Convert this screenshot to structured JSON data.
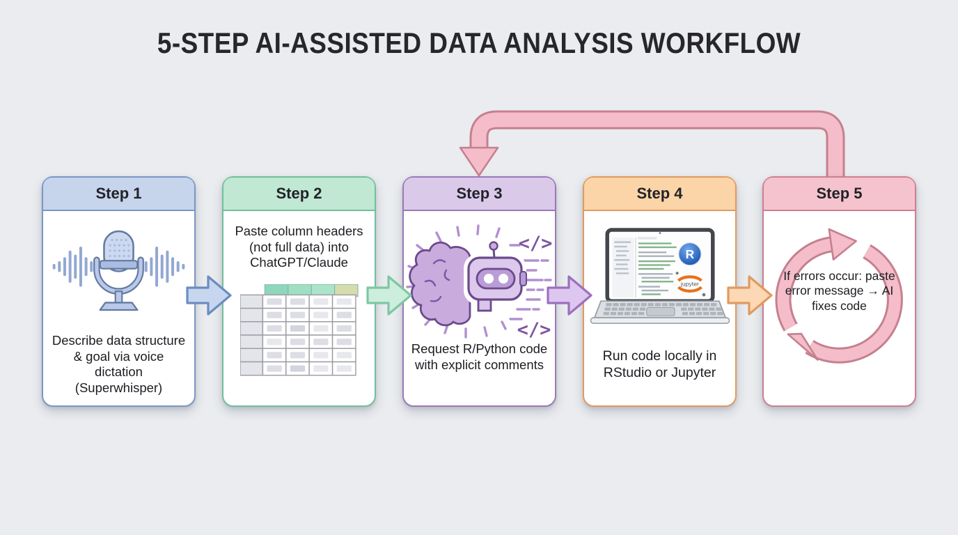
{
  "title": "5-STEP AI-ASSISTED DATA ANALYSIS WORKFLOW",
  "background_color": "#eaecef",
  "steps": [
    {
      "label": "Step 1",
      "description": "Describe data structure & goal via voice dictation (Superwhisper)",
      "icon": "microphone-voice-waves-icon",
      "accent_color": "#7b96c4",
      "header_bg": "#c6d4ec"
    },
    {
      "label": "Step 2",
      "description": "Paste column headers (not full data) into ChatGPT/Claude",
      "icon": "spreadsheet-table-icon",
      "accent_color": "#72bf99",
      "header_bg": "#c0e8d3"
    },
    {
      "label": "Step 3",
      "description": "Request R/Python code with explicit comments",
      "icon": "ai-robot-brain-code-icon",
      "code_glyph": "</>",
      "accent_color": "#9a78b7",
      "header_bg": "#dbc9ea"
    },
    {
      "label": "Step 4",
      "description": "Run code locally in RStudio or Jupyter",
      "icon": "laptop-rstudio-jupyter-icon",
      "logos": [
        "R",
        "jupyter"
      ],
      "accent_color": "#e19a5e",
      "header_bg": "#fbd4a7"
    },
    {
      "label": "Step 5",
      "description": "If errors occur: paste error message → AI fixes code",
      "icon": "error-fix-loop-icon",
      "accent_color": "#cc7f8e",
      "header_bg": "#f5c3ce"
    }
  ],
  "connectors": [
    {
      "from": "Step 1",
      "to": "Step 2",
      "fill": "#c7d6ef",
      "border": "#6c8cc0"
    },
    {
      "from": "Step 2",
      "to": "Step 3",
      "fill": "#cdeedd",
      "border": "#7ec7a2"
    },
    {
      "from": "Step 3",
      "to": "Step 4",
      "fill": "#ddc6f0",
      "border": "#9b70bd"
    },
    {
      "from": "Step 4",
      "to": "Step 5",
      "fill": "#fcd8b4",
      "border": "#e09a60"
    }
  ],
  "feedback_loop": {
    "from": "Step 5",
    "to": "Step 3",
    "fill": "#f5bdc9",
    "border": "#c5808f"
  }
}
